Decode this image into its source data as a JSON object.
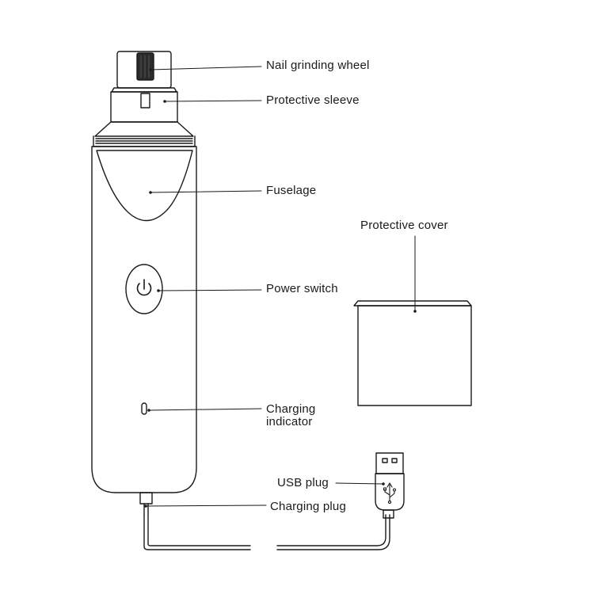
{
  "labels": {
    "nail_grinding_wheel": "Nail grinding wheel",
    "protective_sleeve": "Protective sleeve",
    "fuselage": "Fuselage",
    "protective_cover": "Protective cover",
    "power_switch": "Power switch",
    "charging_indicator_line1": "Charging",
    "charging_indicator_line2": "indicator",
    "usb_plug": "USB plug",
    "charging_plug": "Charging plug"
  },
  "colors": {
    "stroke": "#1a1a1a",
    "background": "#ffffff",
    "wheel": "#2b2b2b"
  },
  "icons": {
    "power": "power-icon",
    "usb": "usb-symbol-icon"
  }
}
